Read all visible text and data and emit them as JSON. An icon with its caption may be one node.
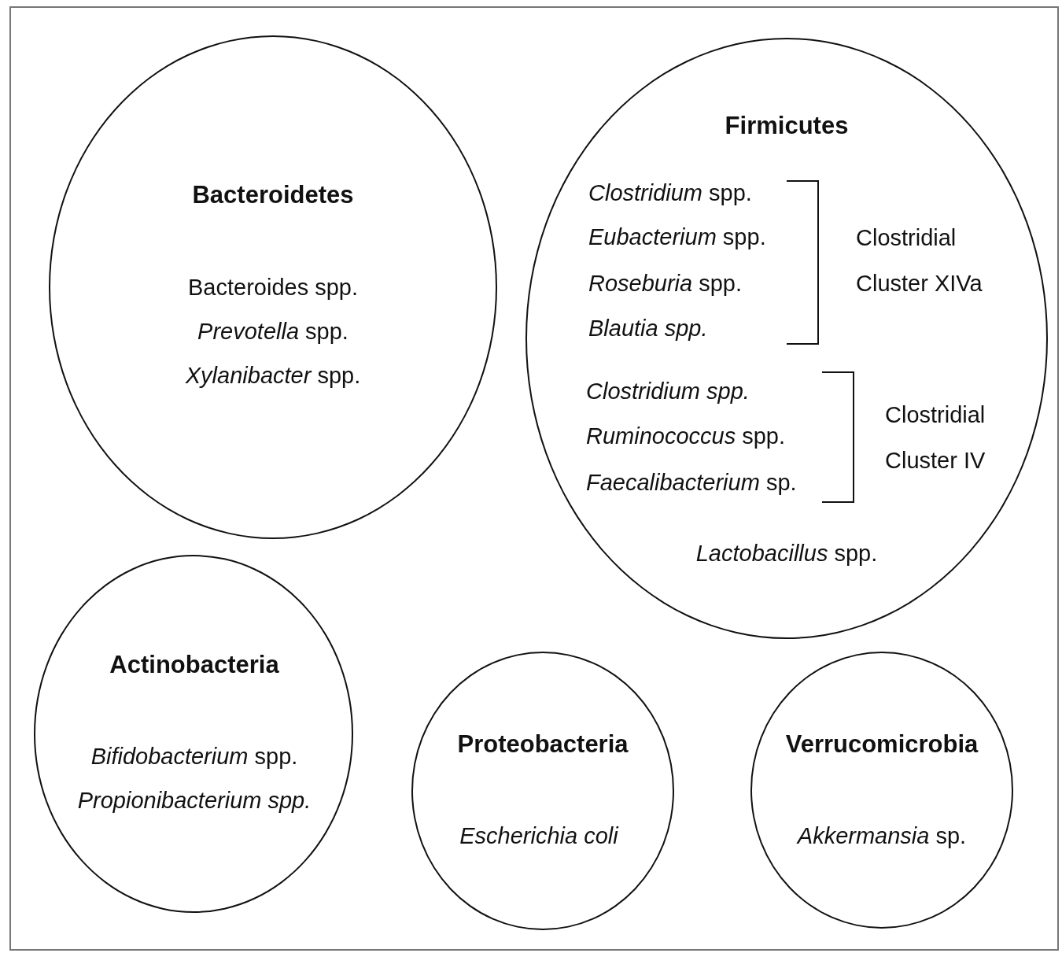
{
  "diagram": {
    "nodes": [
      {
        "text": [
          "Bacteroidetes",
          "Bacteroides spp.",
          "*Prevotella* spp.",
          "*Xylanibacter* spp."
        ]
      },
      {
        "text": [
          "Firmicutes",
          "*Clostridium* spp.",
          "*Eubacterium* spp.",
          "*Roseburia* spp.",
          "Blautia spp.",
          "Clostridial Cluster XIVa",
          "Clostridium spp.",
          "*Ruminococcus* spp.",
          "*Faecalibacterium* sp.",
          "Clostridial Cluster IV",
          "*Lactobacillus* spp."
        ]
      },
      {
        "text": [
          "Actinobacteria",
          "*Bifidobacterium* spp.",
          "Propionibacterium spp."
        ]
      },
      {
        "text": [
          "Proteobacteria",
          "Escherichia  coli"
        ]
      },
      {
        "text": [
          "Verrucomicrobia",
          "*Akkermansia* sp."
        ]
      }
    ]
  }
}
